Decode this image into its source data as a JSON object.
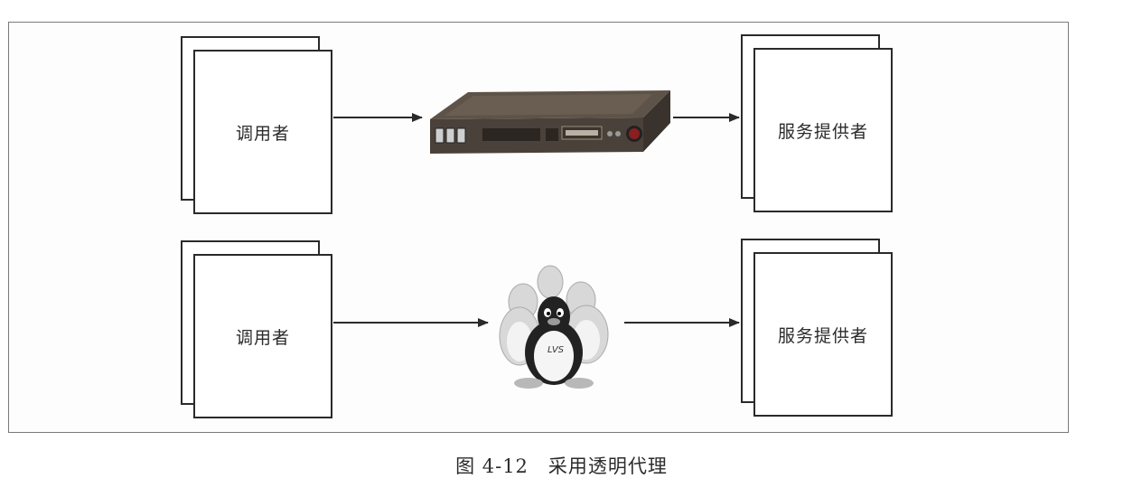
{
  "diagram": {
    "top_row": {
      "caller_label": "调用者",
      "provider_label": "服务提供者",
      "proxy_device_icon": "hardware-load-balancer-icon"
    },
    "bottom_row": {
      "caller_label": "调用者",
      "provider_label": "服务提供者",
      "proxy_icon": "lvs-penguins-icon",
      "proxy_label": "LVS"
    }
  },
  "caption": {
    "figure_number": "图 4-12",
    "title": "采用透明代理"
  },
  "colors": {
    "line": "#2a2a2a",
    "frame": "#7a7a7a",
    "device_body": "#6a5a4a"
  }
}
